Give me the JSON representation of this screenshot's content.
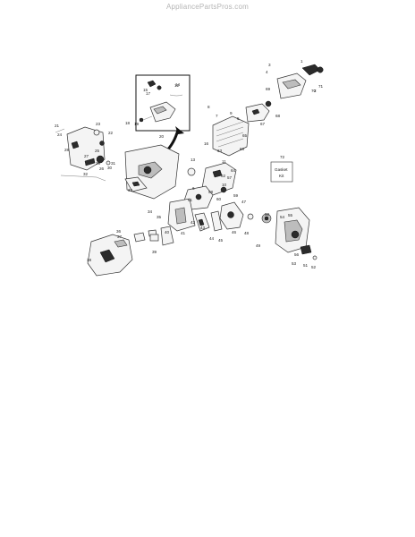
{
  "watermark": "AppliancePartsPros.com",
  "kit_box": {
    "number": "72",
    "line1": "Gasket",
    "line2": "Kit"
  },
  "callouts": {
    "c1": "1",
    "c2": "2",
    "c3": "3",
    "c4": "4",
    "c5": "5",
    "c6": "6",
    "c7": "7",
    "c8": "8",
    "c9": "9",
    "c10": "10",
    "c11": "11",
    "c12": "12",
    "c13": "13",
    "c14": "14",
    "c15": "15",
    "c16": "16",
    "c17": "17",
    "c18": "18",
    "c19": "19",
    "c20": "20",
    "c21": "21",
    "c22": "22",
    "c23": "23",
    "c24": "24",
    "c25": "25",
    "c26": "26",
    "c27": "27",
    "c28": "28",
    "c29": "29",
    "c30": "30",
    "c31": "31",
    "c32": "32",
    "c33": "33",
    "c34": "34",
    "c35": "35",
    "c36": "36",
    "c37": "37",
    "c38": "38",
    "c39": "39",
    "c40": "40",
    "c41": "41",
    "c42": "42",
    "c43": "43",
    "c44": "44",
    "c45": "45",
    "c46": "46",
    "c47": "47",
    "c48": "48",
    "c49": "49",
    "c50": "50",
    "c51": "51",
    "c52": "52",
    "c53": "53",
    "c54": "54",
    "c55": "55",
    "c56": "56",
    "c57": "57",
    "c58": "58",
    "c59": "59",
    "c60": "60",
    "c61": "61",
    "c62": "62",
    "c63": "63",
    "c64": "64",
    "c65": "65",
    "c66": "66",
    "c67": "67",
    "c68": "68",
    "c69": "69",
    "c70": "70",
    "c71": "71"
  }
}
